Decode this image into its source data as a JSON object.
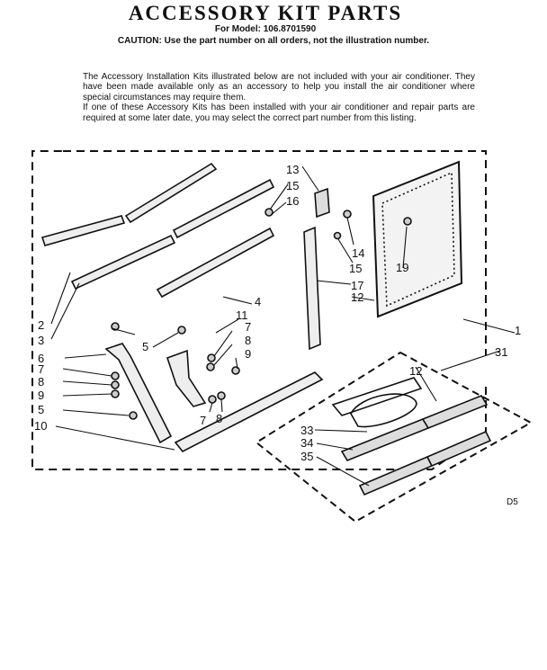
{
  "header": {
    "title": "ACCESSORY KIT PARTS",
    "model": "For Model: 106.8701590",
    "caution": "CAUTION: Use the part number on all orders, not the illustration number."
  },
  "intro": {
    "paragraph1": "The Accessory Installation Kits illustrated below are not included with your air conditioner. They have been made available only as an accessory to help you install the air conditioner where special circumstances may require them.",
    "paragraph2": "If one of these Accessory Kits has been installed with your air conditioner and repair parts are required at some later date, you may select the correct part number from this listing."
  },
  "callouts": {
    "c1": "1",
    "c2": "2",
    "c3": "3",
    "c4": "4",
    "c5a": "5",
    "c5b": "5",
    "c6": "6",
    "c7a": "7",
    "c7b": "7",
    "c7c": "7",
    "c8a": "8",
    "c8b": "8",
    "c8c": "8",
    "c9a": "9",
    "c9b": "9",
    "c10": "10",
    "c11": "11",
    "c12a": "12",
    "c12b": "12",
    "c13": "13",
    "c14": "14",
    "c15a": "15",
    "c15b": "15",
    "c16": "16",
    "c17": "17",
    "c19": "19",
    "c31": "31",
    "c33": "33",
    "c34": "34",
    "c35": "35"
  },
  "footer": {
    "code": "D5"
  }
}
